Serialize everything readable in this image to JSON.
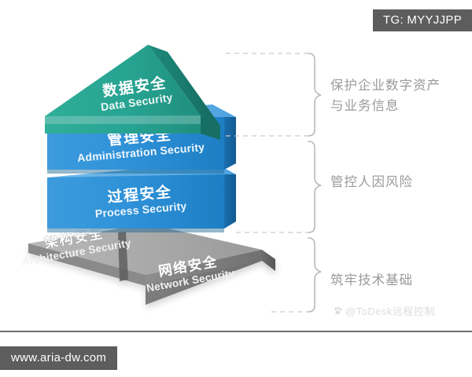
{
  "badge": {
    "label": "TG: MYYJJPP"
  },
  "url_bar": {
    "label": "www.aria-dw.com"
  },
  "watermark": {
    "label": "@ToDesk远程控制",
    "icon": "paw-icon"
  },
  "diagram": {
    "type": "pyramid-layers",
    "layers": [
      {
        "id": "data-security",
        "cn": "数据安全",
        "en": "Data Security",
        "shape": "roof-triangle",
        "color": "#27a391",
        "color_side": "#1d8477",
        "color_top": "#3fb8a6"
      },
      {
        "id": "administration-security",
        "cn": "管理安全",
        "en": "Administration Security",
        "shape": "slab",
        "color": "#2b8fd6",
        "color_side": "#1c6ea8",
        "color_top": "#55a9e0"
      },
      {
        "id": "process-security",
        "cn": "过程安全",
        "en": "Process Security",
        "shape": "slab",
        "color": "#2b8fd6",
        "color_side": "#1c6ea8",
        "color_top": "#55a9e0"
      },
      {
        "id": "architecture-security",
        "cn": "架构安全",
        "en": "Architecture Security",
        "shape": "base-left",
        "color": "#9b9b9b",
        "color_side": "#7d7d7d",
        "color_top": "#b4b4b4"
      },
      {
        "id": "network-security",
        "cn": "网络安全",
        "en": "Network Security",
        "shape": "base-right",
        "color": "#8e8e8e",
        "color_side": "#6a6a6a",
        "color_top": "#a8a8a8"
      }
    ],
    "annotations": [
      {
        "id": "anno-top",
        "text": "保护企业数字资产\n与业务信息"
      },
      {
        "id": "anno-mid",
        "text": "管控人因风险"
      },
      {
        "id": "anno-bottom",
        "text": "筑牢技术基础"
      }
    ],
    "bracket_color": "#b9b9b9",
    "dash_color": "#c9c9c9"
  }
}
